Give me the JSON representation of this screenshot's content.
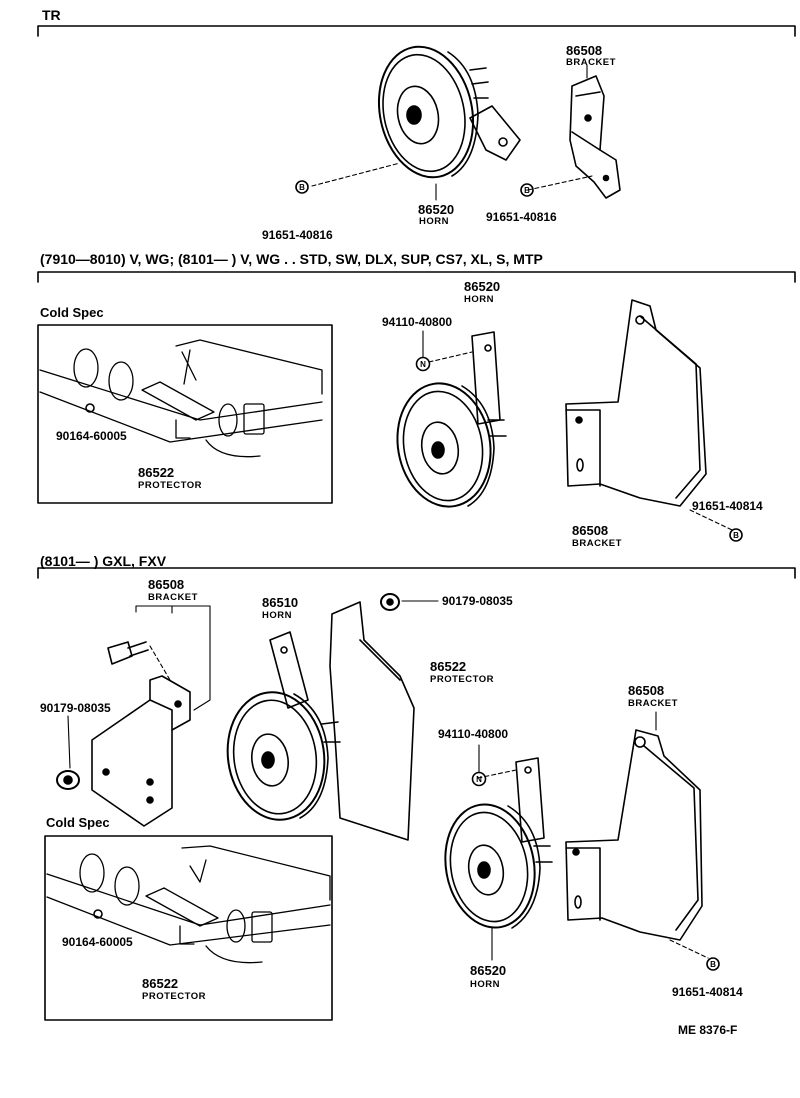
{
  "sections": {
    "s1_title": "TR",
    "s2_title": "(7910—8010) V, WG; (8101—        ) V, WG . . STD, SW, DLX, SUP, CS7, XL, S, MTP",
    "s3_title": "(8101—        ) GXL, FXV"
  },
  "inset": {
    "cold_spec": "Cold Spec"
  },
  "parts": {
    "horn_num": "86520",
    "horn_name": "HORN",
    "horn2_num": "86510",
    "bracket_num": "86508",
    "bracket_name": "BRACKET",
    "protector_num": "86522",
    "protector_name": "PROTECTOR",
    "bolt_b_num": "91651-40816",
    "bolt_b2_num": "91651-40814",
    "nut_n_num": "94110-40800",
    "nut_090_num": "90179-08035",
    "clip_num": "90164-60005",
    "letter_b": "B",
    "letter_n": "N"
  },
  "footer": {
    "code": "ME  8376-F"
  }
}
